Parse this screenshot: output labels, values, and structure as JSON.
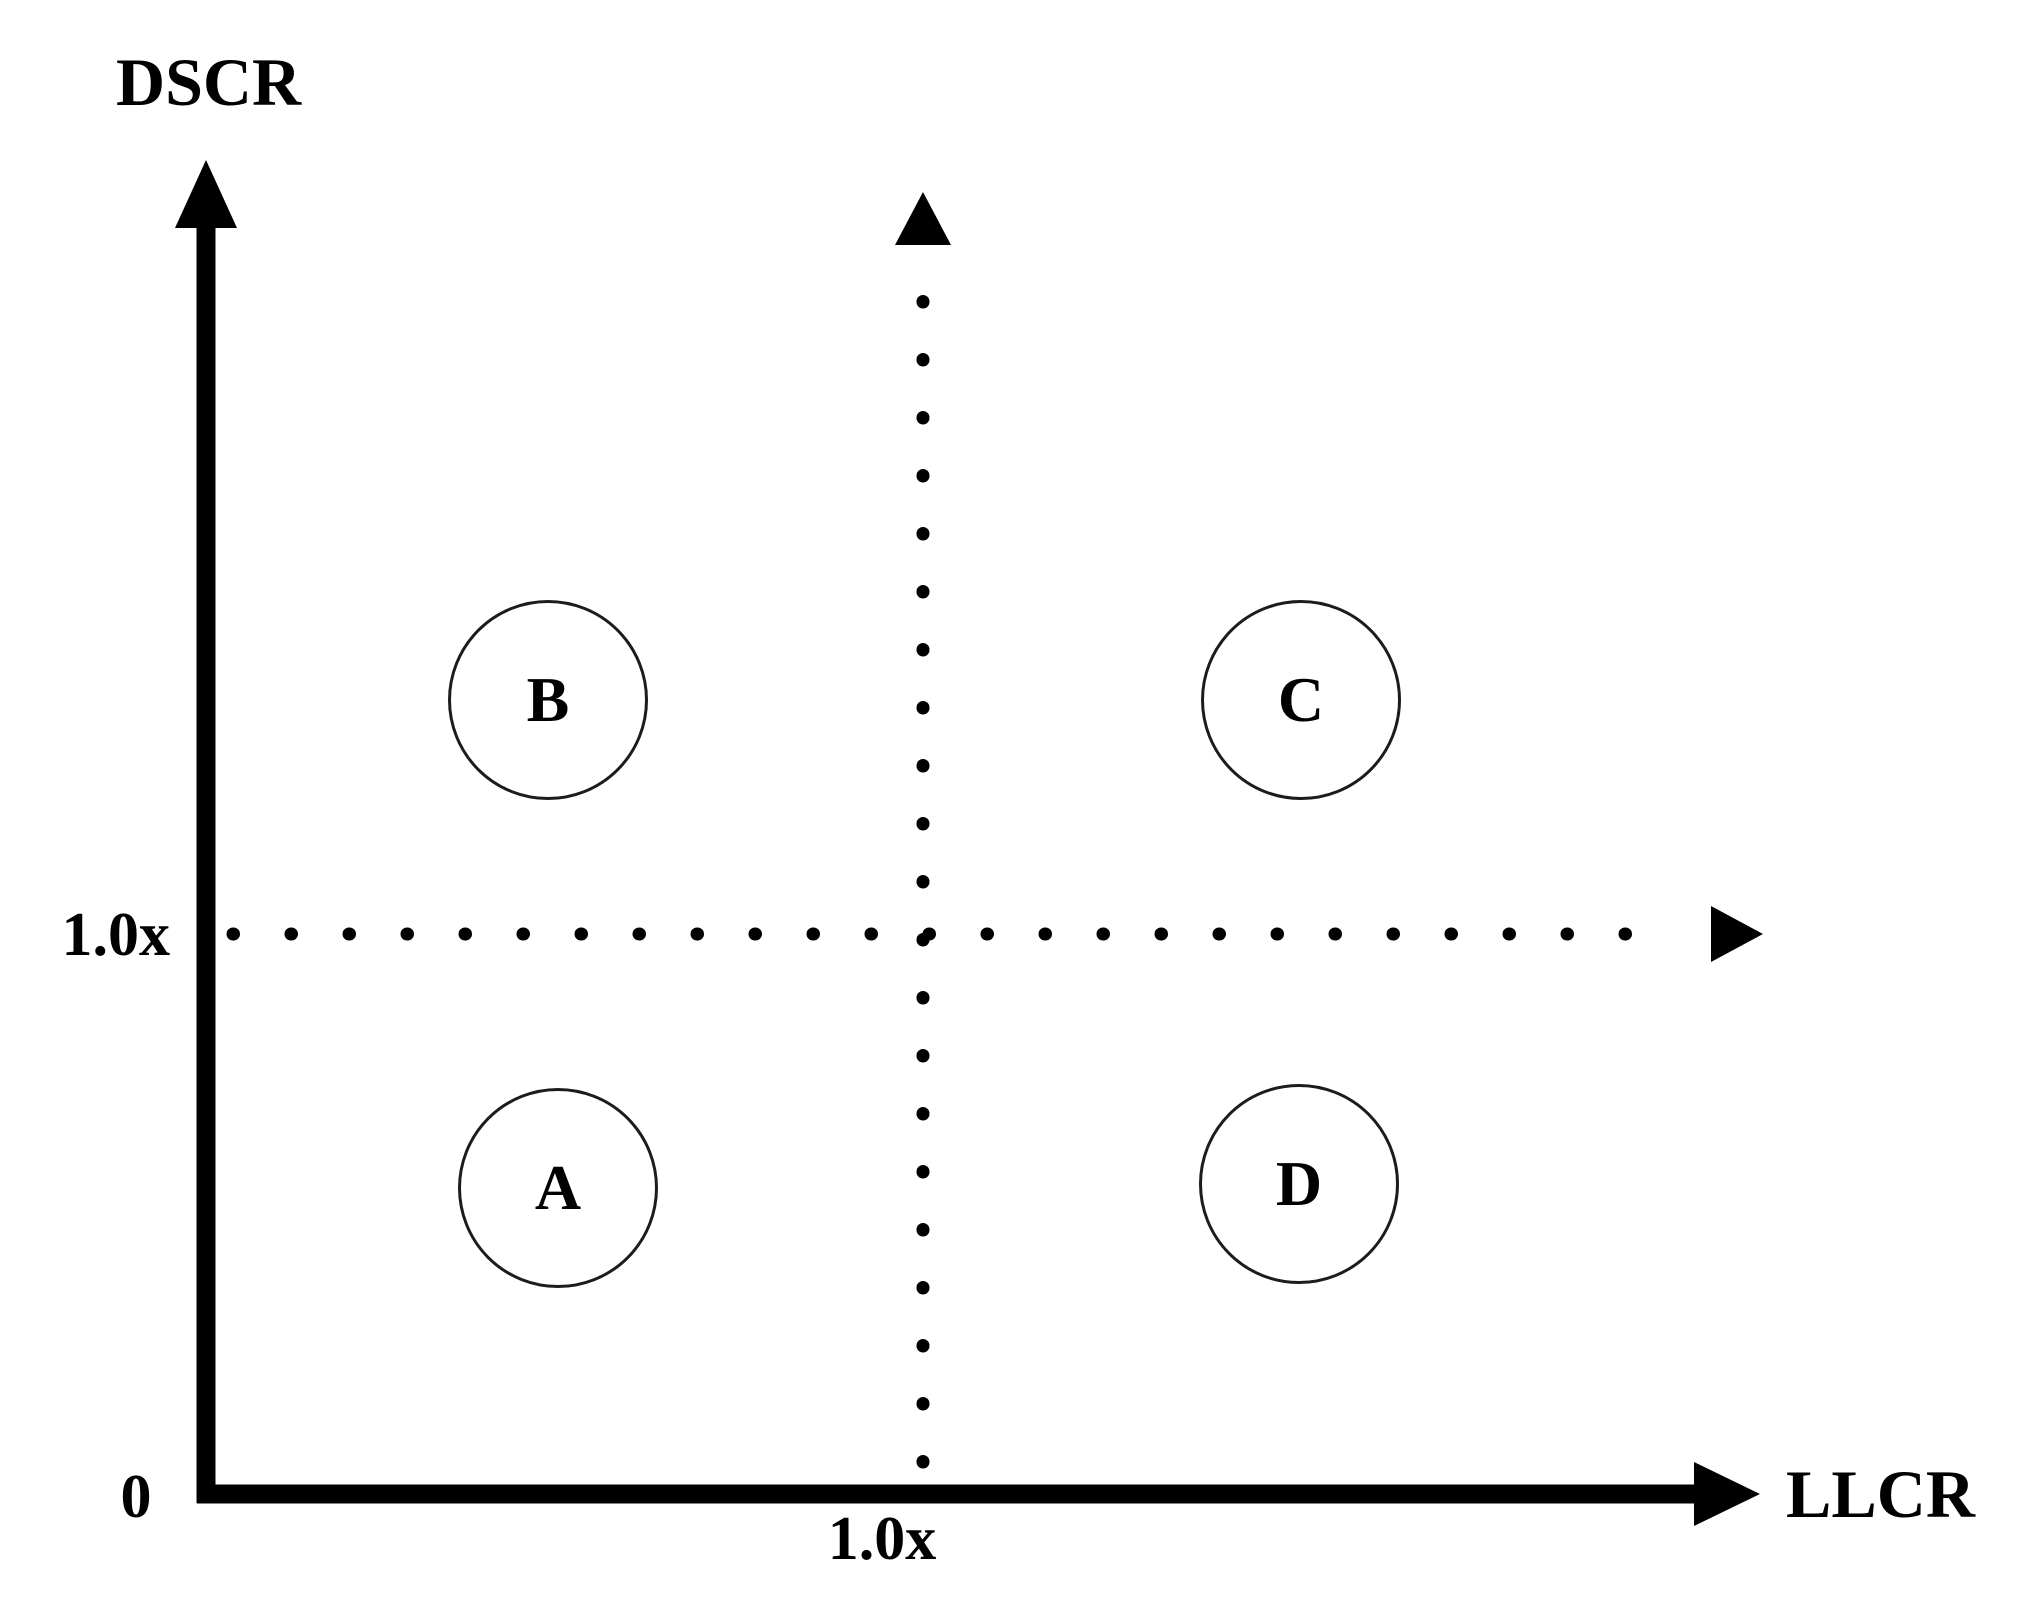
{
  "figure": {
    "y_axis": {
      "label": "DSCR",
      "threshold_label": "1.0x"
    },
    "x_axis": {
      "label": "LLCR",
      "threshold_label": "1.0x"
    },
    "origin_label": "0",
    "nodes": [
      {
        "label": "A",
        "quadrant": "lower-left",
        "dscr": "below 1.0x",
        "llcr": "below 1.0x"
      },
      {
        "label": "B",
        "quadrant": "upper-left",
        "dscr": "above 1.0x",
        "llcr": "below 1.0x"
      },
      {
        "label": "C",
        "quadrant": "upper-right",
        "dscr": "above 1.0x",
        "llcr": "above 1.0x"
      },
      {
        "label": "D",
        "quadrant": "lower-right",
        "dscr": "below 1.0x",
        "llcr": "above 1.0x"
      }
    ],
    "colors": {
      "ink": "#000000",
      "circle_stroke": "#1c1c1c",
      "background": "#ffffff"
    }
  }
}
